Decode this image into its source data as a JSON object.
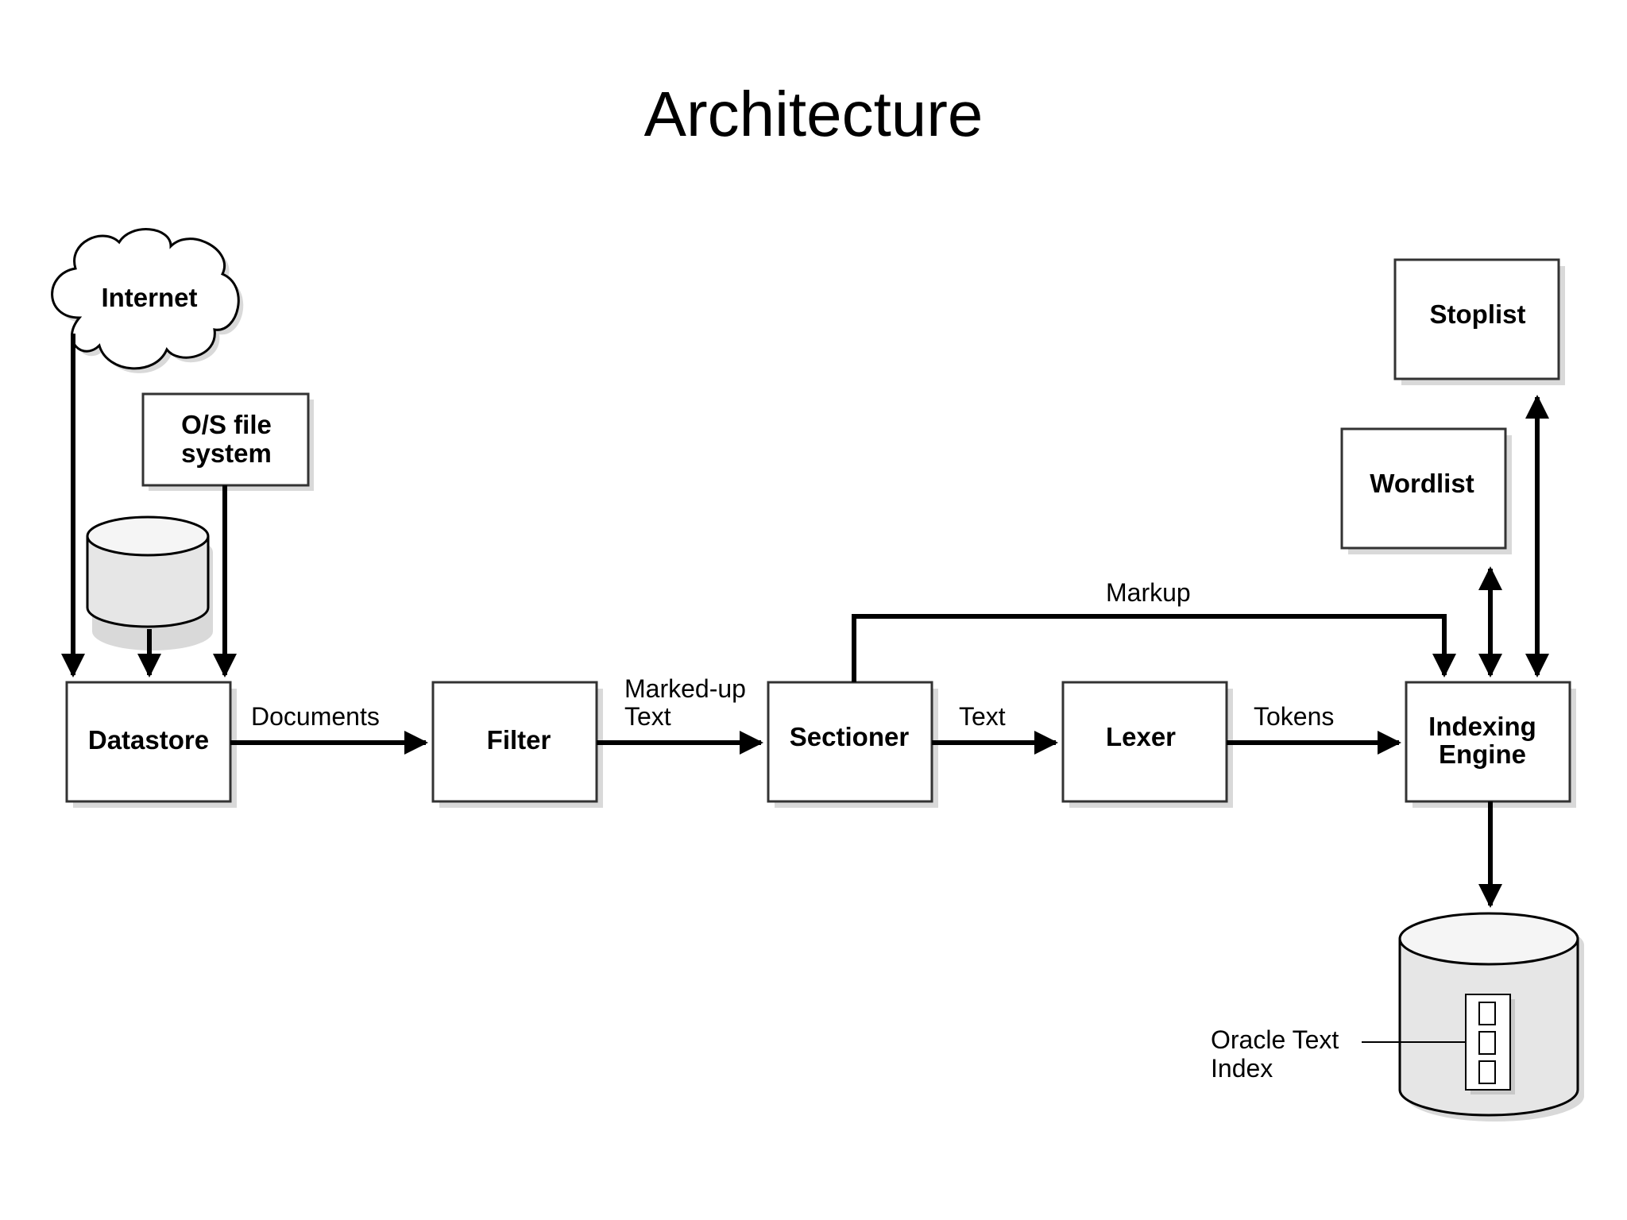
{
  "title": "Architecture",
  "nodes": {
    "internet": "Internet",
    "os_file_system": [
      "O/S file",
      "system"
    ],
    "datastore": "Datastore",
    "filter": "Filter",
    "sectioner": "Sectioner",
    "lexer": "Lexer",
    "indexing_engine": [
      "Indexing",
      "Engine"
    ],
    "wordlist": "Wordlist",
    "stoplist": "Stoplist",
    "oracle_text_index": [
      "Oracle Text",
      "Index"
    ]
  },
  "edges": {
    "documents": "Documents",
    "marked_up_text": [
      "Marked-up",
      "Text"
    ],
    "text": "Text",
    "tokens": "Tokens",
    "markup": "Markup"
  },
  "colors": {
    "stroke": "#000000",
    "box_border": "#333333",
    "shadow": "#d9d9d9",
    "cylinder_fill": "#e6e6e6"
  }
}
